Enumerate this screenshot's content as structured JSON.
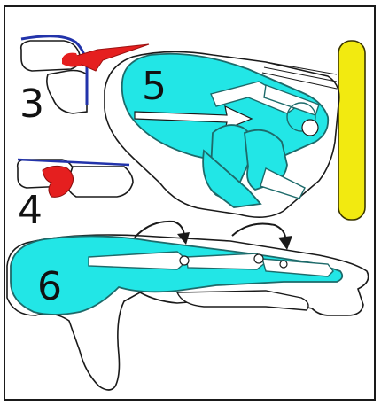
{
  "labels": {
    "step3": "3",
    "step4": "4",
    "step5": "5",
    "step6": "6"
  },
  "colors": {
    "palm_fill": "#22e6e6",
    "outline": "#1d6a6a",
    "arrow_red": "#e51f1f",
    "tendon_blue": "#2233aa",
    "wall_yellow": "#f2ea10",
    "skin_white": "#ffffff",
    "shadow_grey": "#d9d9d9"
  },
  "icons": {
    "force_arrow": "red-arrow-icon",
    "rotation_arrow": "curved-arrow-icon"
  }
}
